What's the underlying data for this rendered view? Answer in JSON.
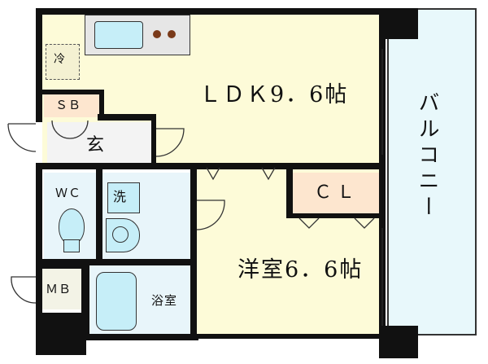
{
  "rooms": {
    "ldk": "ＬＤＫ9．6帖",
    "yoshitsu": "洋室6．6帖",
    "balcony": "バルコニー",
    "entrance": "玄",
    "sb": "ＳＢ",
    "cl": "ＣＬ",
    "wc": "ＷＣ",
    "mb": "ＭＢ",
    "bath": "浴室",
    "wash": "洗",
    "fridge": "冷"
  }
}
